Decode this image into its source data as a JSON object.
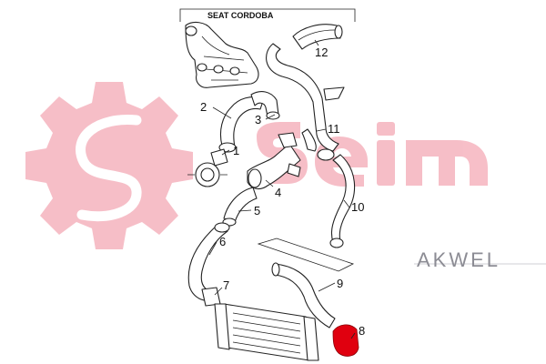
{
  "diagram": {
    "title": "SEAT CORDOBA",
    "brand_text": "AKWEL",
    "watermark_letters": "Seim",
    "highlight_color": "#e0000f",
    "watermark_color": "#f6b8c2",
    "brand_color": "#8c8c94",
    "callouts": [
      {
        "id": "c1",
        "label": "1"
      },
      {
        "id": "c2",
        "label": "2"
      },
      {
        "id": "c3",
        "label": "3"
      },
      {
        "id": "c4",
        "label": "4"
      },
      {
        "id": "c5",
        "label": "5"
      },
      {
        "id": "c6",
        "label": "6"
      },
      {
        "id": "c7",
        "label": "7"
      },
      {
        "id": "c8",
        "label": "8"
      },
      {
        "id": "c9",
        "label": "9"
      },
      {
        "id": "c10",
        "label": "10"
      },
      {
        "id": "c11",
        "label": "11"
      },
      {
        "id": "c12",
        "label": "12"
      }
    ]
  }
}
